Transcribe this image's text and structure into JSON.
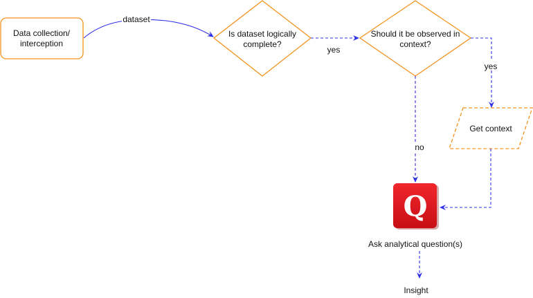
{
  "nodes": {
    "data_collection": {
      "line1": "Data collection/",
      "line2": "interception"
    },
    "logically_complete": {
      "line1": "Is dataset logically",
      "line2": "complete?"
    },
    "observed_in_context": {
      "line1": "Should it be observed in",
      "line2": "context?"
    },
    "get_context": {
      "label": "Get context"
    },
    "ask_question": {
      "label": "Ask analytical question(s)",
      "icon": "quora-q-icon",
      "icon_glyph": "Q"
    },
    "insight": {
      "label": "Insight"
    }
  },
  "edges": {
    "dataset": "dataset",
    "yes_1": "yes",
    "yes_2": "yes",
    "no": "no"
  },
  "colors": {
    "shape_stroke": "#f2931e",
    "edge_blue": "#2f2fe6",
    "icon_red": "#e8141c",
    "text": "#111111"
  }
}
